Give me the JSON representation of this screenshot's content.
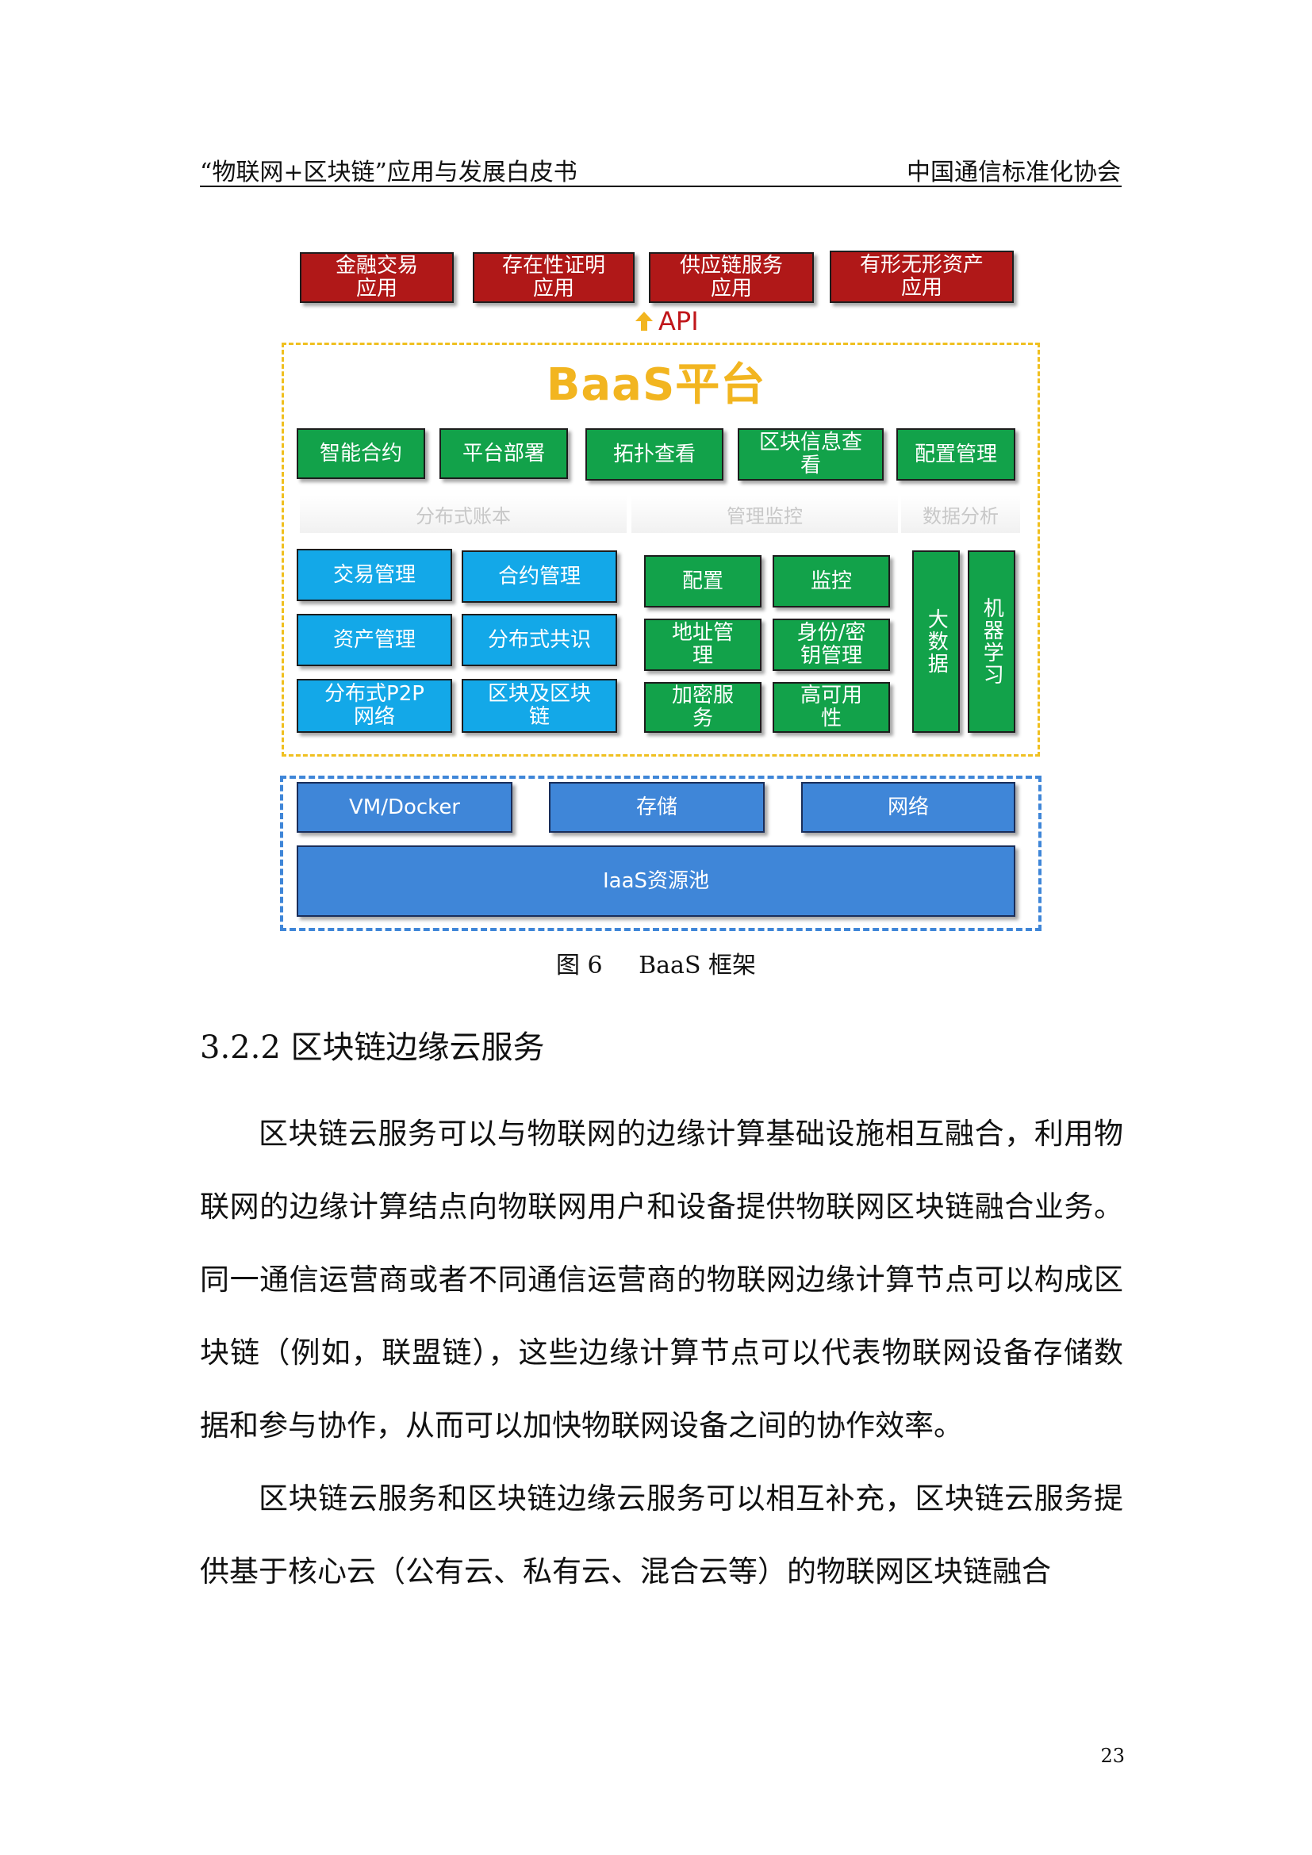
{
  "header": {
    "left": "“物联网+区块链”应用与发展白皮书",
    "right": "中国通信标准化协会"
  },
  "figure": {
    "apps": [
      "金融交易\n应用",
      "存在性证明\n应用",
      "供应链服务\n应用",
      "有形无形资产\n应用"
    ],
    "api_label": "API",
    "platform_title": "BaaS平台",
    "green_top": [
      "智能合约",
      "平台部署",
      "拓扑查看",
      "区块信息查\n看",
      "配置管理"
    ],
    "categories": [
      "分布式账本",
      "管理监控",
      "数据分析"
    ],
    "ledger": [
      "交易管理",
      "合约管理",
      "资产管理",
      "分布式共识",
      "分布式P2P\n网络",
      "区块及区块\n链"
    ],
    "mgmt": [
      "配置",
      "监控",
      "地址管\n理",
      "身份/密\n钥管理",
      "加密服\n务",
      "高可用\n性"
    ],
    "analytics": [
      "大数据",
      "机器学习"
    ],
    "iaas": [
      "VM/Docker",
      "存储",
      "网络"
    ],
    "iaas_pool": "IaaS资源池",
    "colors": {
      "app_red": "#b01818",
      "green": "#12a24a",
      "cyan": "#13a8e8",
      "blue": "#3f86d8",
      "baas_yellow": "#f2b520",
      "api_red": "#c0171b"
    }
  },
  "caption": {
    "fig": "图 6",
    "title": "BaaS 框架"
  },
  "section": {
    "heading": "3.2.2 区块链边缘云服务"
  },
  "paragraphs": [
    "区块链云服务可以与物联网的边缘计算基础设施相互融合，利用物联网的边缘计算结点向物联网用户和设备提供物联网区块链融合业务。同一通信运营商或者不同通信运营商的物联网边缘计算节点可以构成区块链（例如，联盟链），这些边缘计算节点可以代表物联网设备存储数据和参与协作，从而可以加快物联网设备之间的协作效率。",
    "区块链云服务和区块链边缘云服务可以相互补充，区块链云服务提供基于核心云（公有云、私有云、混合云等）的物联网区块链融合"
  ],
  "page_number": "23"
}
